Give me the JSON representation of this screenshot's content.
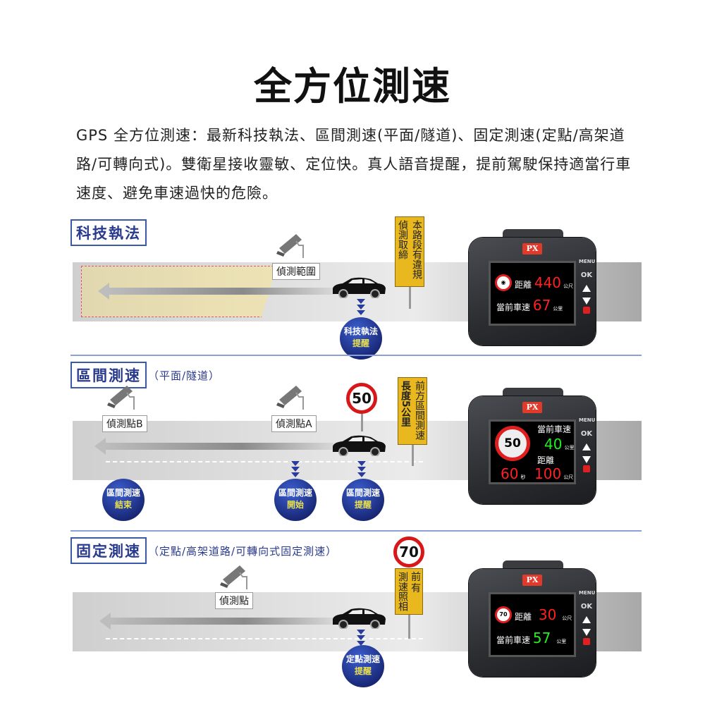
{
  "title": "全方位測速",
  "intro": "GPS 全方位測速：最新科技執法、區間測速(平面/隧道)、固定測速(定點/高架道路/可轉向式)。雙衛星接收靈敏、定位快。真人語音提醒，提前駕駛保持適當行車速度、避免車速過快的危險。",
  "device": {
    "brand": "PX",
    "menu": "MENU",
    "ok": "OK"
  },
  "s1": {
    "title": "科技執法",
    "range_label": "偵測範圍",
    "bubble": {
      "l1": "科技執法",
      "l2": "提醒"
    },
    "board": [
      "本路段有違規",
      "偵測取締"
    ],
    "screen": {
      "dist_label": "距離",
      "dist": "440",
      "dist_unit": "公尺",
      "speed_label": "當前車速",
      "speed": "67",
      "speed_unit": "公里"
    }
  },
  "s2": {
    "title": "區間測速",
    "subtitle": "（平面/隧道）",
    "labelB": "偵測點B",
    "labelA": "偵測點A",
    "speed_limit": "50",
    "bubble_end": {
      "l1": "區間測速",
      "l2": "結束"
    },
    "bubble_start": {
      "l1": "區間測速",
      "l2": "開始"
    },
    "bubble_alert": {
      "l1": "區間測速",
      "l2": "提醒"
    },
    "board": [
      "前方區間測速",
      "長度5公里"
    ],
    "screen": {
      "speed_label": "當前車速",
      "speed": "40",
      "speed_unit": "公里",
      "dist_label": "距離",
      "limit": "50",
      "secs": "60",
      "secs_unit": "秒",
      "dist": "100",
      "dist_unit": "公尺"
    }
  },
  "s3": {
    "title": "固定測速",
    "subtitle": "（定點/高架道路/可轉向式固定測速）",
    "point_label": "偵測點",
    "speed_limit": "70",
    "bubble": {
      "l1": "定點測速",
      "l2": "提醒"
    },
    "board": [
      "前有",
      "測速照相"
    ],
    "screen": {
      "limit": "70",
      "dist_label": "距離",
      "dist": "30",
      "dist_unit": "公尺",
      "speed_label": "當前車速",
      "speed": "57",
      "speed_unit": "公里"
    }
  }
}
